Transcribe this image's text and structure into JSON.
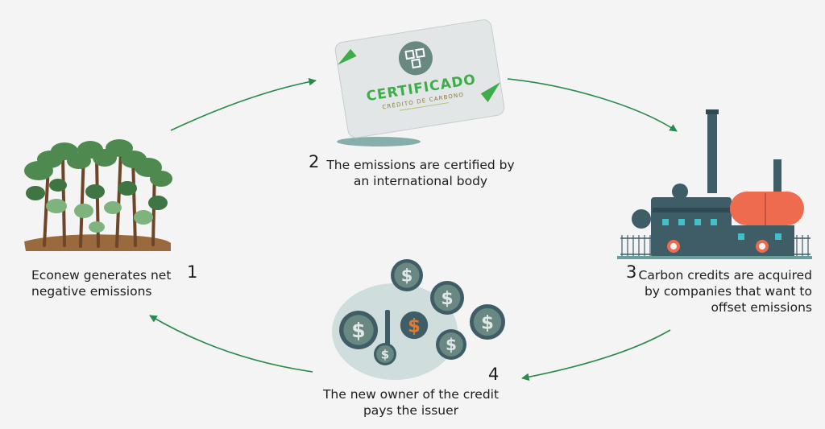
{
  "steps": [
    {
      "number": "1",
      "label_lines": [
        "Econew generates net",
        "negative emissions"
      ]
    },
    {
      "number": "2",
      "label_lines": [
        "The emissions are certified by",
        "an international body"
      ]
    },
    {
      "number": "3",
      "label_lines": [
        "Carbon credits are acquired",
        "by companies that want to",
        "offset emissions"
      ]
    },
    {
      "number": "4",
      "label_lines": [
        "The new owner of the credit",
        "pays the issuer"
      ]
    }
  ],
  "certificate": {
    "title": "CERTIFICADO",
    "subtitle": "CRÉDITO DE CARBONO"
  },
  "coin_symbol": "$",
  "colors": {
    "arrow": "#2a8a4a",
    "accent_green": "#3dad4a",
    "tree_trunk": "#7a4e2c",
    "tree_leaf": "#4e8a4f",
    "factory_orange": "#ee6b4f",
    "factory_slate": "#3f5d66",
    "coin": "#6a8882",
    "coin_gold": "#e07a30"
  }
}
